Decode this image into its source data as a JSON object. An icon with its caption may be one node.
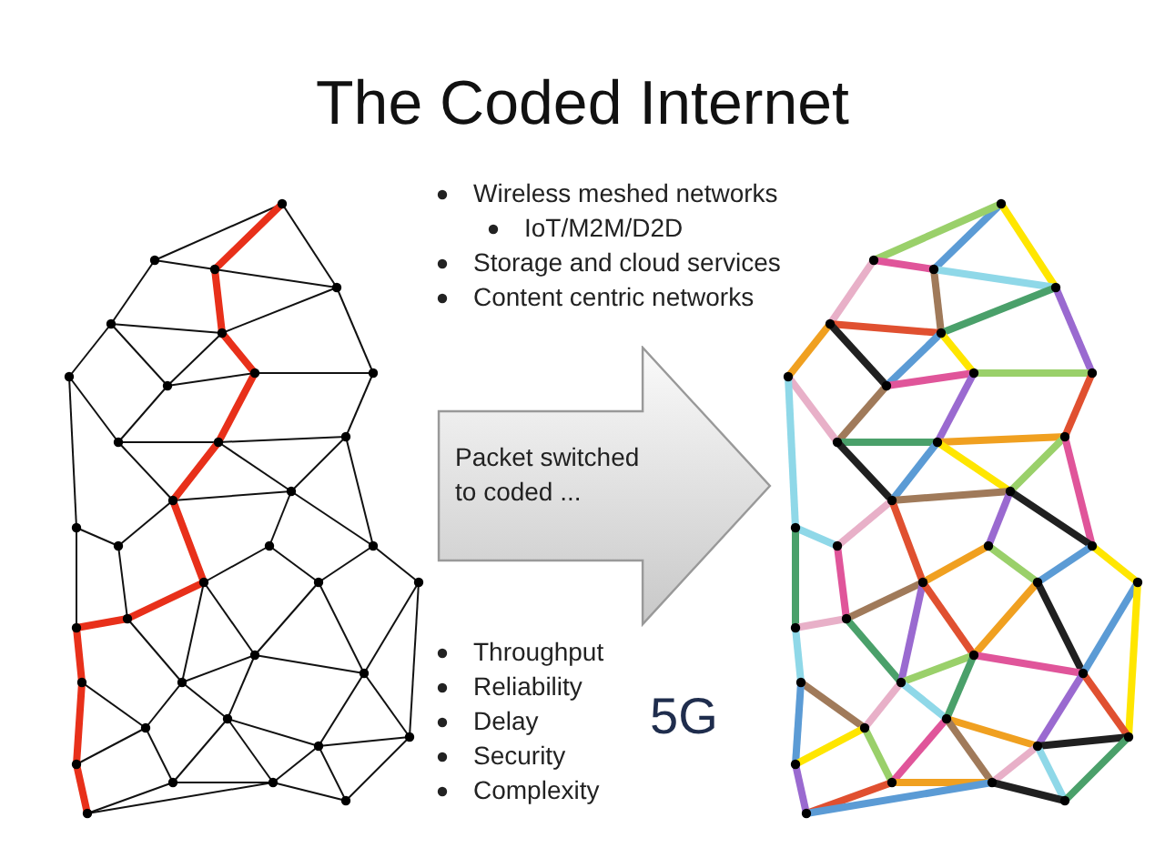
{
  "diagram": {
    "title": "The Coded Internet",
    "nodes": [
      {
        "text": [],
        "shape": "picture"
      },
      {
        "text": [],
        "shape": "picture"
      }
    ],
    "edges": [
      {
        "from": 0,
        "to": 1,
        "arrow": "to",
        "label": "Packet switched to coded ..."
      }
    ],
    "labels": [
      "Wireless meshed networks",
      "IoT/M2M/D2D",
      "Storage and cloud services",
      "Content centric networks",
      "Throughput",
      "Reliability",
      "Delay",
      "Security",
      "Complexity",
      "5G"
    ]
  }
}
